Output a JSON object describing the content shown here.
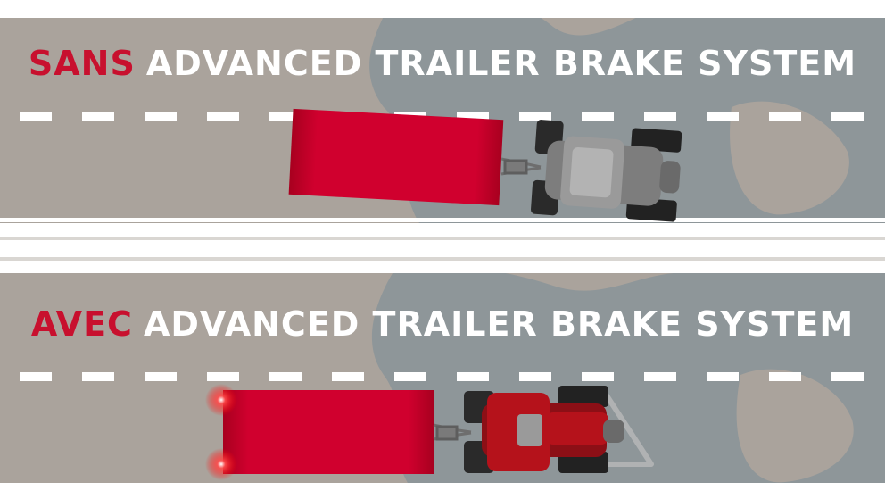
{
  "panels": [
    {
      "id": "sans",
      "prefix": "SANS",
      "label": "ADVANCED TRAILER BRAKE SYSTEM"
    },
    {
      "id": "avec",
      "prefix": "AVEC",
      "label": "ADVANCED TRAILER BRAKE SYSTEM"
    }
  ],
  "colors": {
    "road": "#aaa39c",
    "shadow": "#8e9699",
    "accent": "#c8102e",
    "trailer": "#d0002e",
    "text": "#ffffff",
    "separator": "#ffffff",
    "tractor_gray": "#8a8a8a",
    "tractor_red": "#b5121b",
    "tire": "#222222",
    "brake_light": "#ff3a3a"
  }
}
